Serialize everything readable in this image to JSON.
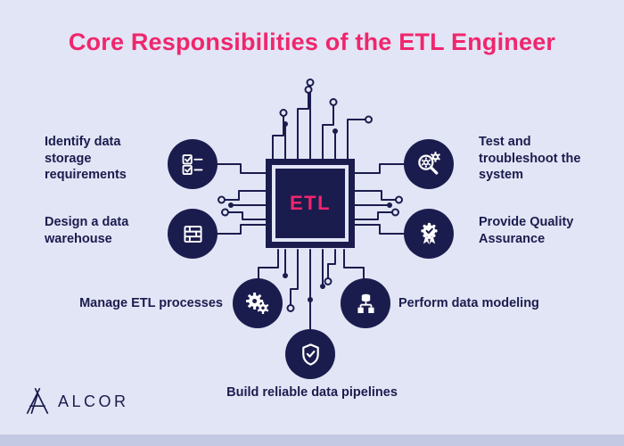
{
  "title": "Core Responsibilities of the ETL Engineer",
  "chip": {
    "label": "ETL"
  },
  "responsibilities": [
    {
      "id": "identify",
      "label": "Identify data storage requirements",
      "icon": "checklist-icon"
    },
    {
      "id": "design",
      "label": "Design a data warehouse",
      "icon": "warehouse-icon"
    },
    {
      "id": "manage",
      "label": "Manage ETL processes",
      "icon": "gears-icon"
    },
    {
      "id": "build",
      "label": "Build reliable data pipelines",
      "icon": "shield-check-icon"
    },
    {
      "id": "perform",
      "label": "Perform data modeling",
      "icon": "data-model-icon"
    },
    {
      "id": "quality",
      "label": "Provide Quality Assurance",
      "icon": "quality-badge-icon"
    },
    {
      "id": "test",
      "label": "Test and troubleshoot the system",
      "icon": "magnifier-gear-icon"
    }
  ],
  "logo": {
    "text": "ALCOR"
  },
  "colors": {
    "background": "#e2e5f5",
    "navy": "#1b1c4e",
    "pink": "#f0266d",
    "footer_band": "#c4c9e3",
    "icon_glyph": "#ffffff"
  }
}
